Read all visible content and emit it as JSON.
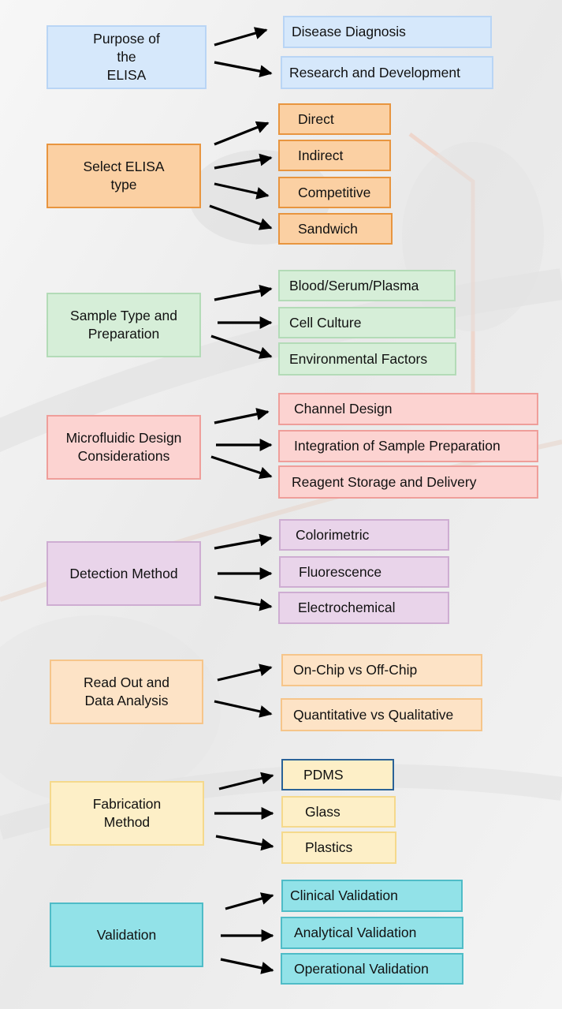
{
  "sections": [
    {
      "title": "Purpose of\nthe\nELISA",
      "options": [
        "Disease Diagnosis",
        "Research and Development"
      ]
    },
    {
      "title": "Select ELISA\ntype",
      "options": [
        "Direct",
        "Indirect",
        "Competitive",
        "Sandwich"
      ]
    },
    {
      "title": "Sample Type and\nPreparation",
      "options": [
        "Blood/Serum/Plasma",
        "Cell Culture",
        "Environmental Factors"
      ]
    },
    {
      "title": "Microfluidic Design\nConsiderations",
      "options": [
        "Channel Design",
        "Integration of Sample Preparation",
        "Reagent Storage and Delivery"
      ]
    },
    {
      "title": "Detection Method",
      "options": [
        "Colorimetric",
        "Fluorescence",
        "Electrochemical"
      ]
    },
    {
      "title": "Read Out and\nData Analysis",
      "options": [
        "On-Chip vs Off-Chip",
        "Quantitative vs Qualitative"
      ]
    },
    {
      "title": "Fabrication\nMethod",
      "options": [
        "PDMS",
        "Glass",
        "Plastics"
      ]
    },
    {
      "title": "Validation",
      "options": [
        "Clinical Validation",
        "Analytical Validation",
        "Operational Validation"
      ]
    }
  ],
  "colors": {
    "purpose": "#d6e8fb",
    "elisa_type": "#fbd0a3",
    "sample": "#d6eed8",
    "microfluidic": "#fcd3d1",
    "detection": "#e9d4ea",
    "readout": "#fde3c6",
    "fabrication": "#fdefc7",
    "validation": "#92e2e8",
    "arrow": "#000000"
  }
}
